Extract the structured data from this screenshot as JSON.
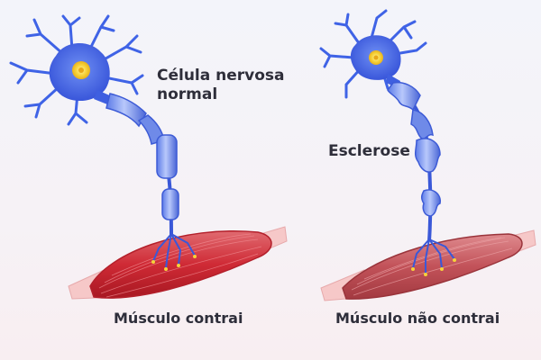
{
  "labels": {
    "normal_line1": "Célula nervosa",
    "normal_line2": "normal",
    "sclerosis": "Esclerose",
    "muscle_contracts": "Músculo contrai",
    "muscle_not_contracts": "Músculo não contrai"
  },
  "colors": {
    "neuron_blue": "#3f63e6",
    "nucleus_yellow": "#f6d23a",
    "myelin_blue": "#8ea6f0",
    "muscle_red": "#d8333e",
    "muscle_pale": "#c9585f",
    "tendon": "#f6c8c8"
  }
}
